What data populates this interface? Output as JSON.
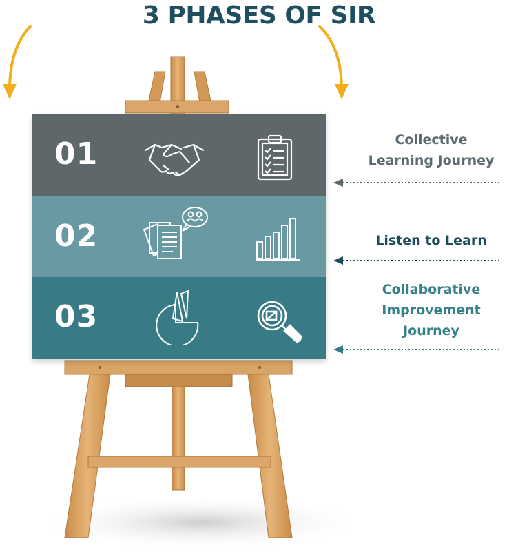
{
  "title": "3 PHASES OF SIR",
  "colors": {
    "title": "#1e4f5f",
    "accent_arrow": "#f2ae1c",
    "wood": "#d9a566",
    "wood_dark": "#b67d3e",
    "phase1": "#5e6769",
    "phase2": "#6999a3",
    "phase3": "#387b84"
  },
  "phases": [
    {
      "number": "01",
      "label": "Collective Learning Journey",
      "label_lines": [
        "Collective",
        "Learning Journey"
      ],
      "color": "#5e6769",
      "label_color": "#5c6b70",
      "icons": [
        "handshake-icon",
        "clipboard-checklist-icon"
      ]
    },
    {
      "number": "02",
      "label": "Listen to Learn",
      "label_lines": [
        "Listen to Learn"
      ],
      "color": "#6999a3",
      "label_color": "#1d4d5d",
      "icons": [
        "documents-chat-icon",
        "bar-chart-icon"
      ]
    },
    {
      "number": "03",
      "label": "Collaborative Improvement Journey",
      "label_lines": [
        "Collaborative",
        "Improvement",
        "Journey"
      ],
      "color": "#387b84",
      "label_color": "#37818b",
      "icons": [
        "pie-chart-icon",
        "magnifier-check-icon"
      ]
    }
  ]
}
